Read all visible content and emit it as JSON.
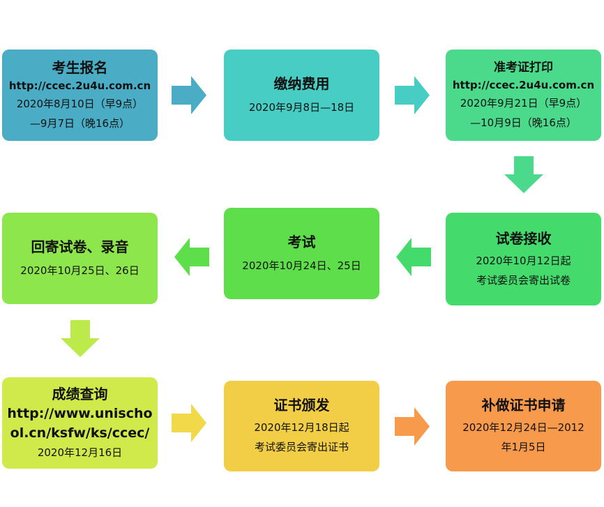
{
  "steps": [
    {
      "title": "考生报名",
      "link": "http://ccec.2u4u.com.cn",
      "line1": "2020年8月10日（早9点）",
      "line2": "—9月7日（晚16点）",
      "color": "#4BACC6"
    },
    {
      "title": "缴纳费用",
      "line1": "2020年9月8日—18日",
      "color": "#48CDC4"
    },
    {
      "title": "准考证打印",
      "link": "http://ccec.2u4u.com.cn",
      "line1": "2020年9月21日（早9点）",
      "line2": "—10月9日（晚16点）",
      "color": "#4BD98C"
    },
    {
      "title": "试卷接收",
      "line1": "2020年10月12日起",
      "line2": "考试委员会寄出试卷",
      "color": "#45DB6C"
    },
    {
      "title": "考试",
      "line1": "2020年10月24日、25日",
      "color": "#5EDE4A"
    },
    {
      "title": "回寄试卷、录音",
      "line1": "2020年10月25日、26日",
      "color": "#8DE64C"
    },
    {
      "title": "成绩查询",
      "link_line1": "http://www.unischo",
      "link_line2": "ol.cn/ksfw/ks/ccec/",
      "line1": "2020年12月16日",
      "color": "#CFEA4A"
    },
    {
      "title": "证书颁发",
      "line1": "2020年12月18日起",
      "line2": "考试委员会寄出证书",
      "color": "#F1CE45"
    },
    {
      "title": "补做证书申请",
      "line1": "2020年12月24日—2012",
      "line2": "年1月5日",
      "color": "#F89A4C"
    }
  ],
  "arrows": [
    {
      "direction": "right",
      "color": "#4BACC6"
    },
    {
      "direction": "right",
      "color": "#48CDC4"
    },
    {
      "direction": "down",
      "color": "#4BD98C"
    },
    {
      "direction": "left",
      "color": "#45DB6C"
    },
    {
      "direction": "left",
      "color": "#5EDE4A"
    },
    {
      "direction": "down",
      "color": "#BBEA4A"
    },
    {
      "direction": "right",
      "color": "#F1D94A"
    },
    {
      "direction": "right",
      "color": "#F89A4C"
    }
  ]
}
